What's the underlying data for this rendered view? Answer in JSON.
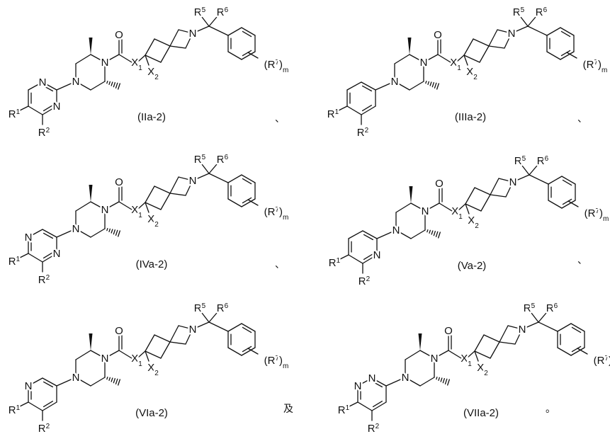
{
  "labels": {
    "N": "N",
    "O": "O",
    "X": "X",
    "R": "R",
    "m": "m",
    "open": "(",
    "close": ")",
    "x1": "1",
    "x2": "2",
    "r1": "1",
    "r2": "2",
    "r5": "5",
    "r6": "6",
    "r7": "7"
  },
  "structures": [
    {
      "label": "(IIa-2)",
      "aryl": "pyrimidin-2-yl"
    },
    {
      "label": "(IIIa-2)",
      "aryl": "phenyl"
    },
    {
      "label": "(IVa-2)",
      "aryl": "pyrazin-2-yl"
    },
    {
      "label": "(Va-2)",
      "aryl": "pyridin-2-yl"
    },
    {
      "label": "(VIa-2)",
      "aryl": "pyridin-3-yl"
    },
    {
      "label": "(VIIa-2)",
      "aryl": "pyridazin-3-yl"
    }
  ],
  "separators": [
    "、",
    "、",
    "、",
    "、",
    "及",
    "。"
  ]
}
